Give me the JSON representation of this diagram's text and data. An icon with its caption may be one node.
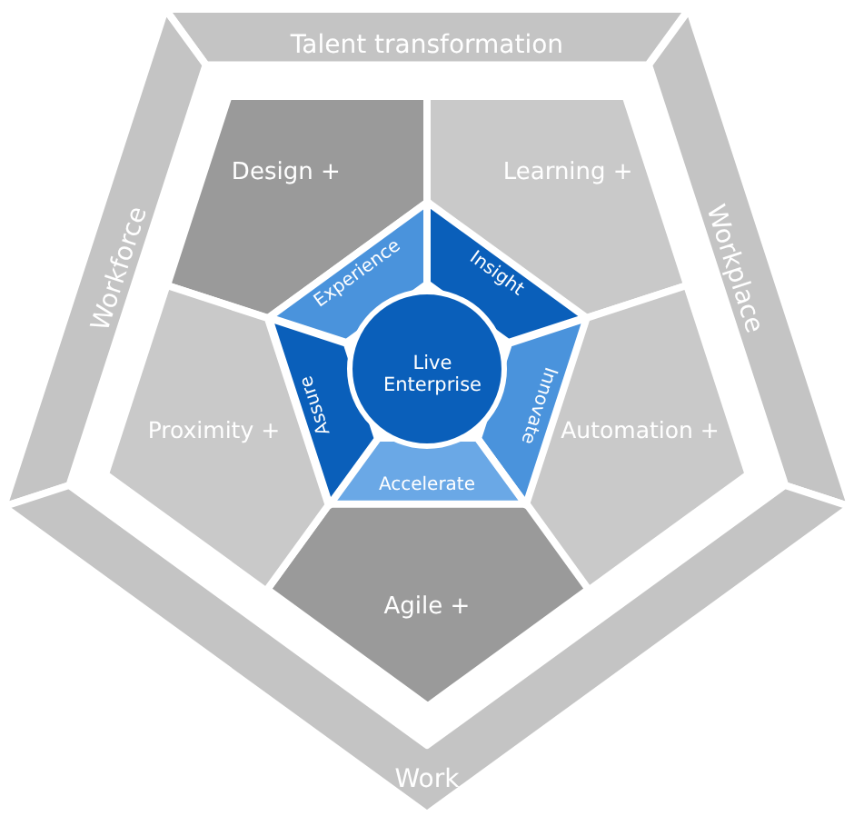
{
  "diagram": {
    "nodes": [
      {
        "text": [
          "Talent transformation"
        ]
      },
      {
        "text": [
          "Workforce"
        ]
      },
      {
        "text": [
          "Workplace"
        ]
      },
      {
        "text": [
          "Work"
        ]
      },
      {
        "text": [
          "Design +"
        ]
      },
      {
        "text": [
          "Learning +"
        ]
      },
      {
        "text": [
          "Automation +"
        ]
      },
      {
        "text": [
          "Agile +"
        ]
      },
      {
        "text": [
          "Proximity +"
        ]
      },
      {
        "text": [
          "Experience"
        ]
      },
      {
        "text": [
          "Insight"
        ]
      },
      {
        "text": [
          "Innovate"
        ]
      },
      {
        "text": [
          "Accelerate"
        ]
      },
      {
        "text": [
          "Assure"
        ]
      },
      {
        "text": [
          "Live Enterprise"
        ]
      }
    ],
    "edges": []
  }
}
